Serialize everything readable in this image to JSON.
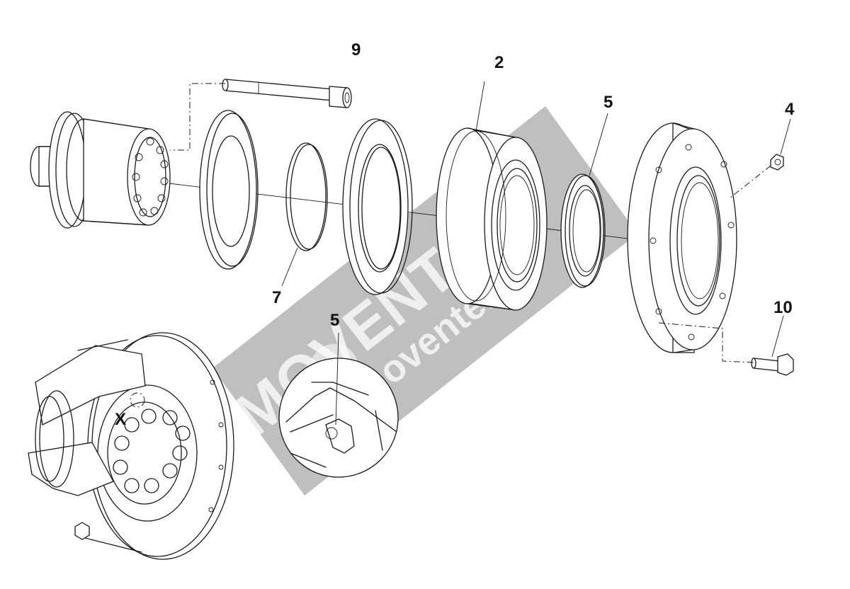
{
  "diagram": {
    "callouts": {
      "c9": "9",
      "c2": "2",
      "c5_top": "5",
      "c4": "4",
      "c7": "7",
      "c10": "10",
      "c5_detail": "5",
      "x_mark": "X"
    },
    "watermark": {
      "brand": "MOVENTE",
      "url": "movente.ru",
      "band_color": "#8a8a8a"
    },
    "line_color": "#1a1a1a"
  }
}
